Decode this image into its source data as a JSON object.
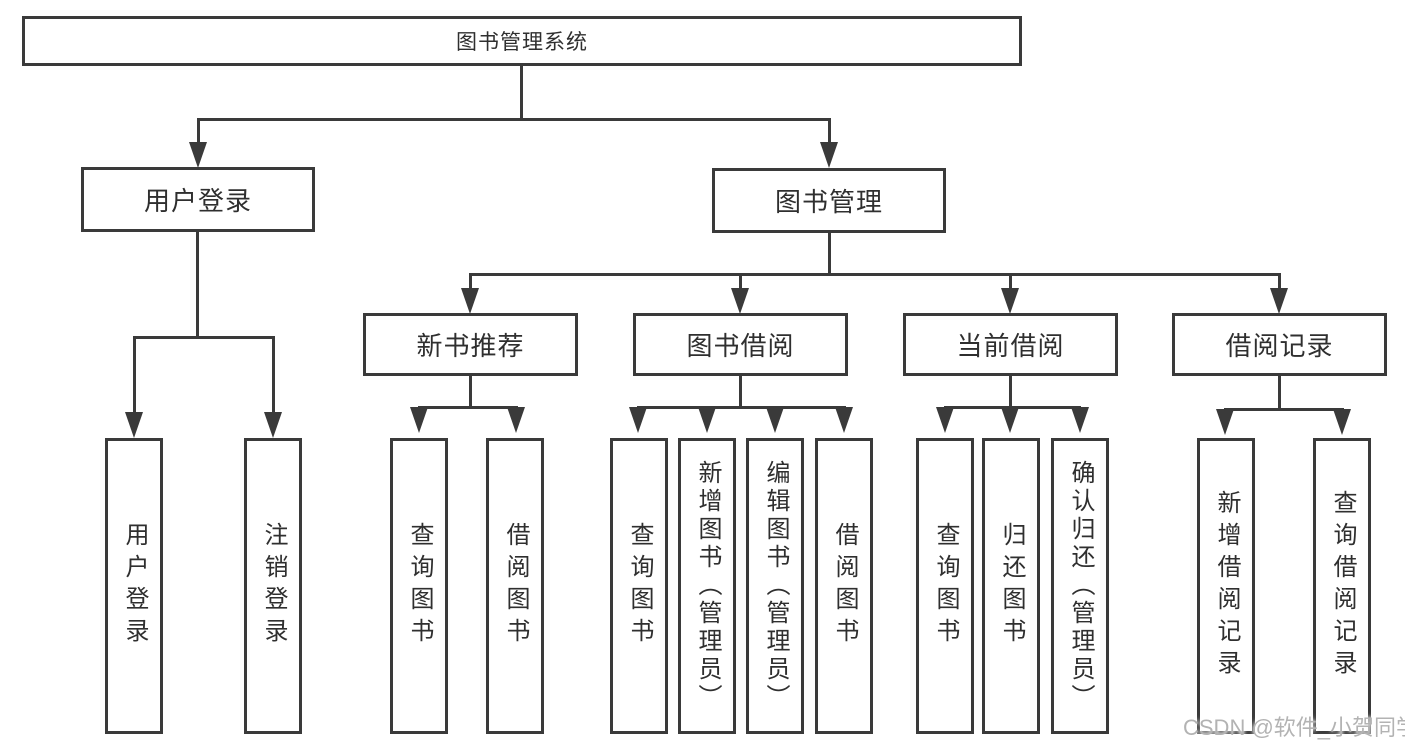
{
  "diagram": {
    "root": {
      "label": "图书管理系统"
    },
    "level2": [
      {
        "label": "用户登录"
      },
      {
        "label": "图书管理"
      }
    ],
    "level3": [
      {
        "label": "新书推荐"
      },
      {
        "label": "图书借阅"
      },
      {
        "label": "当前借阅"
      },
      {
        "label": "借阅记录"
      }
    ],
    "leaves": {
      "user_login": [
        "用户登录",
        "注销登录"
      ],
      "new_books": [
        "查询图书",
        "借阅图书"
      ],
      "book_borrow": [
        "查询图书",
        "新增图书（管理员）",
        "编辑图书（管理员）",
        "借阅图书"
      ],
      "current_borrow": [
        "查询图书",
        "归还图书",
        "确认归还（管理员）"
      ],
      "borrow_records": [
        "新增借阅记录",
        "查询借阅记录"
      ]
    }
  },
  "watermark": {
    "text": "CSDN @软件_小贺同学"
  },
  "colors": {
    "line": "#3a3a3a",
    "text": "#2f2f2f",
    "watermark": "#b3b3b3",
    "background": "#ffffff"
  }
}
